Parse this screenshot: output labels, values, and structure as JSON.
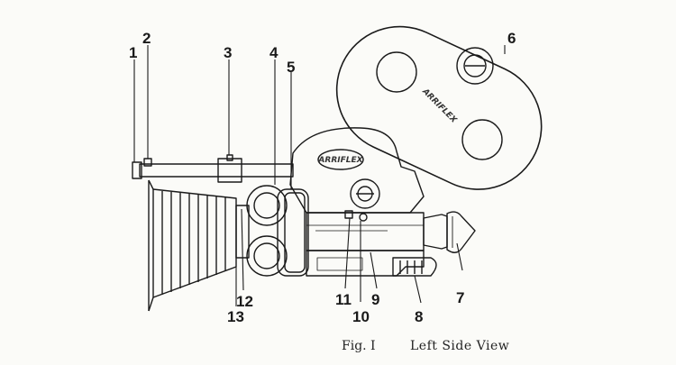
{
  "diagram": {
    "brand_label": "ARRIFLEX",
    "callouts": [
      "1",
      "2",
      "3",
      "4",
      "5",
      "6",
      "7",
      "8",
      "9",
      "10",
      "11",
      "12",
      "13"
    ]
  },
  "caption": {
    "figure_label": "Fig. I",
    "title": "Left Side View"
  },
  "colors": {
    "ink": "#1a1a1a",
    "paper": "#fbfbf8"
  }
}
